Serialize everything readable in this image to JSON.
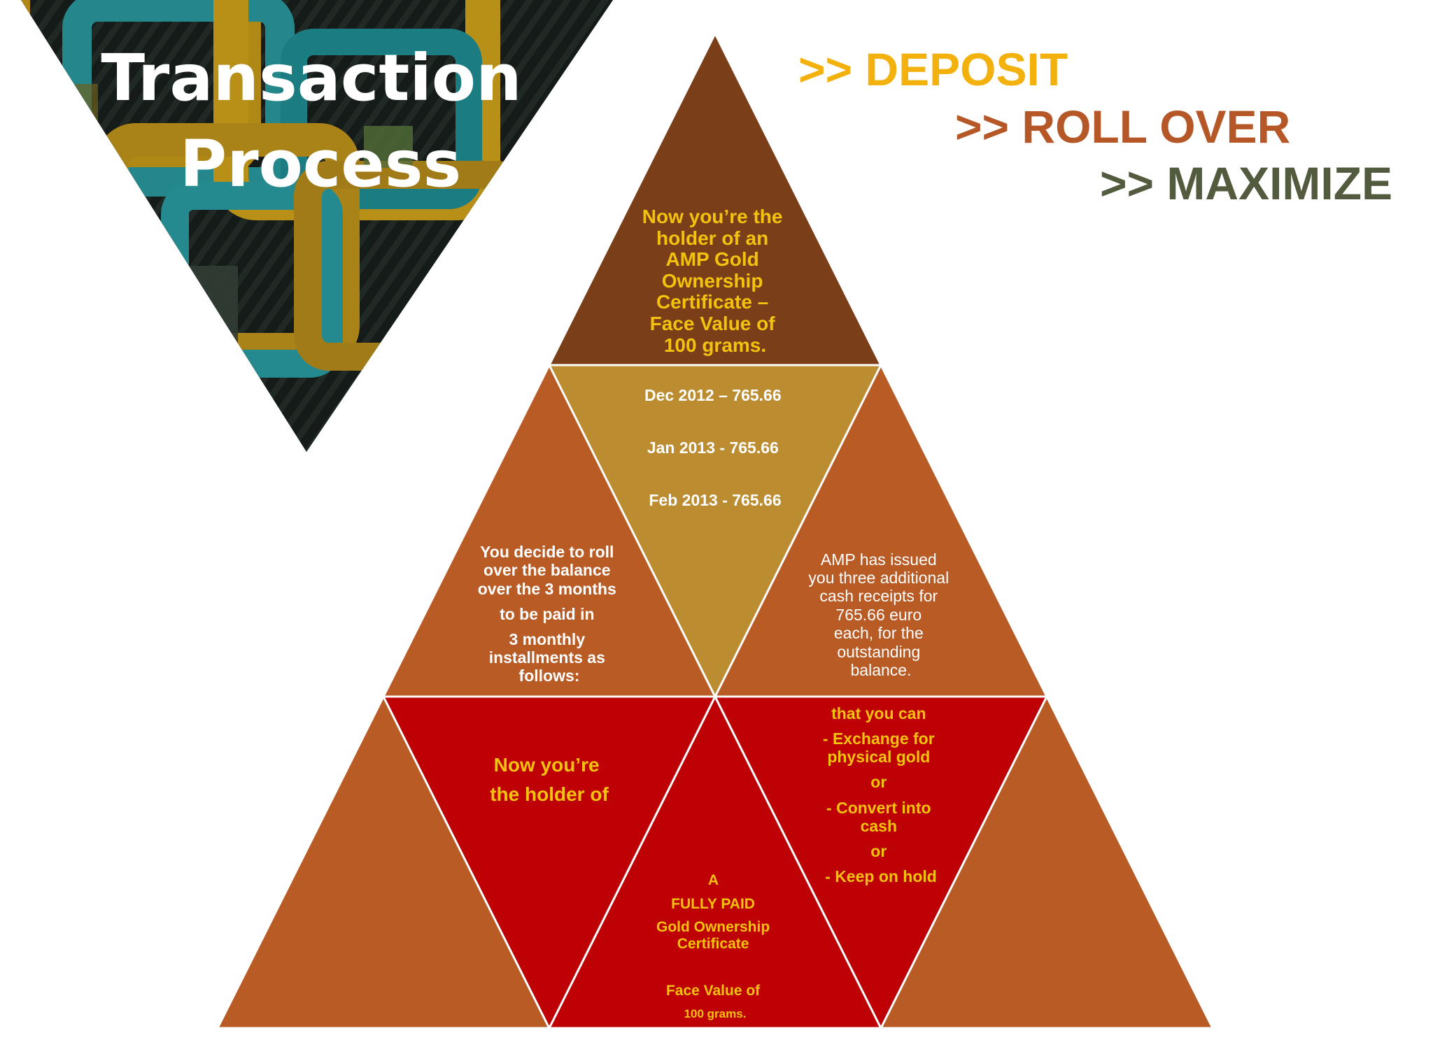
{
  "title": {
    "line1": "Transaction",
    "line2": "Process"
  },
  "taglines": {
    "deposit": ">> DEPOSIT",
    "roll_over": ">> ROLL OVER",
    "maximize": ">> MAXIMIZE"
  },
  "colors": {
    "brown": "#7a3f18",
    "orange": "#b95b25",
    "gold": "#bc8c30",
    "red": "#bd0104",
    "yellow_text": "#f3c20f",
    "deposit": "#f2b10d",
    "roll_over": "#b55727",
    "maximize": "#535b3e"
  },
  "pyramid": {
    "top": {
      "lines": [
        "Now you’re the",
        "holder of an",
        "AMP Gold",
        "Ownership",
        "Certificate –",
        "Face Value of",
        "100 grams."
      ]
    },
    "middle_left": {
      "lines": [
        "You decide to roll",
        "over the balance",
        "over the 3 months",
        "to be paid in",
        "3 monthly",
        "installments as",
        "follows:"
      ]
    },
    "middle_center": {
      "lines": [
        "Dec 2012 – 765.66",
        "Jan 2013 - 765.66",
        "Feb 2013 - 765.66"
      ]
    },
    "middle_right": {
      "lines": [
        "AMP has issued",
        "you three additional",
        "cash receipts for",
        "765.66 euro",
        "each, for the",
        "outstanding",
        "balance."
      ]
    },
    "bottom_left_inner": {
      "lines": [
        "Now you’re",
        "the holder  of"
      ]
    },
    "bottom_center": {
      "lines": [
        "A",
        "FULLY PAID",
        "Gold Ownership",
        "Certificate",
        "Face Value of",
        "100 grams."
      ]
    },
    "bottom_right_inner": {
      "lines": [
        "that you can",
        "- Exchange for",
        "physical gold",
        "or",
        "- Convert into",
        "cash",
        "or",
        "- Keep on hold"
      ]
    }
  }
}
